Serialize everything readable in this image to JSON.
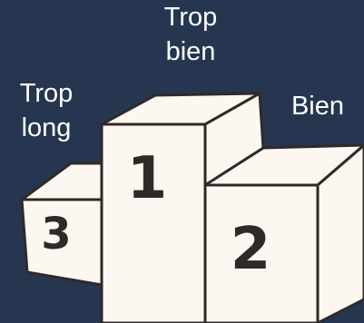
{
  "labels": {
    "first": "Trop\nbien",
    "second": "Bien",
    "third": "Trop\nlong"
  },
  "podium": {
    "first_number": "1",
    "second_number": "2",
    "third_number": "3"
  },
  "colors": {
    "background": "#263650",
    "podium_fill": "#fcf8f1",
    "podium_outline": "#2f2a28",
    "text": "#ffffff"
  }
}
